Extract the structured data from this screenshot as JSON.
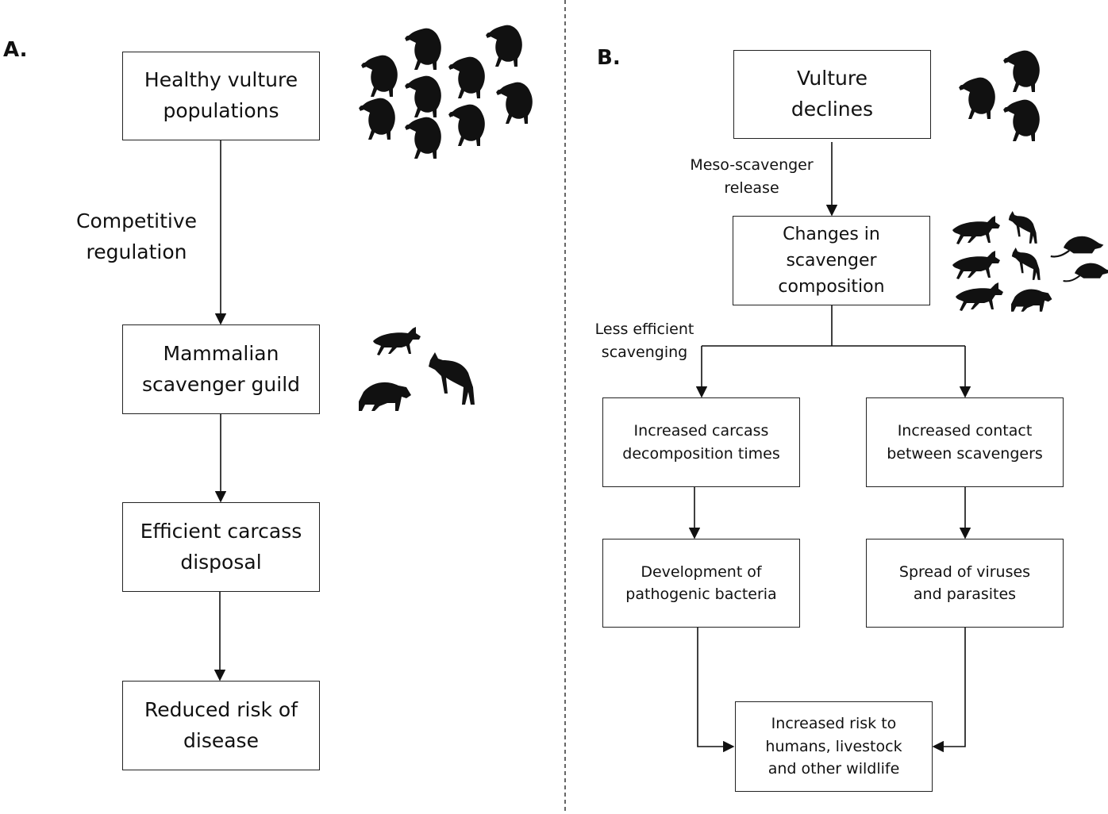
{
  "panel_a": {
    "label": "A.",
    "nodes": {
      "healthy": [
        "Healthy vulture",
        "populations"
      ],
      "mammalian": [
        "Mammalian",
        "scavenger guild"
      ],
      "efficient": [
        "Efficient carcass",
        "disposal"
      ],
      "reduced": [
        "Reduced risk of",
        "disease"
      ]
    },
    "edge_labels": {
      "competitive": [
        "Competitive",
        "regulation"
      ]
    }
  },
  "panel_b": {
    "label": "B.",
    "nodes": {
      "declines": [
        "Vulture",
        "declines"
      ],
      "changes": [
        "Changes in",
        "scavenger",
        "composition"
      ],
      "decomp": [
        "Increased carcass",
        "decomposition times"
      ],
      "contact": [
        "Increased contact",
        "between scavengers"
      ],
      "bacteria": [
        "Development of",
        "pathogenic bacteria"
      ],
      "viruses": [
        "Spread of viruses",
        "and parasites"
      ],
      "risk": [
        "Increased risk to",
        "humans, livestock",
        "and other wildlife"
      ]
    },
    "edge_labels": {
      "meso": [
        "Meso-scavenger",
        "release"
      ],
      "less": [
        "Less efficient",
        "scavenging"
      ]
    }
  },
  "icons": [
    "vulture-icon",
    "dog-icon",
    "hyena-icon",
    "jackal-icon",
    "rat-icon"
  ],
  "colors": {
    "stroke": "#222222",
    "silhouette": "#111111",
    "background": "#ffffff"
  }
}
